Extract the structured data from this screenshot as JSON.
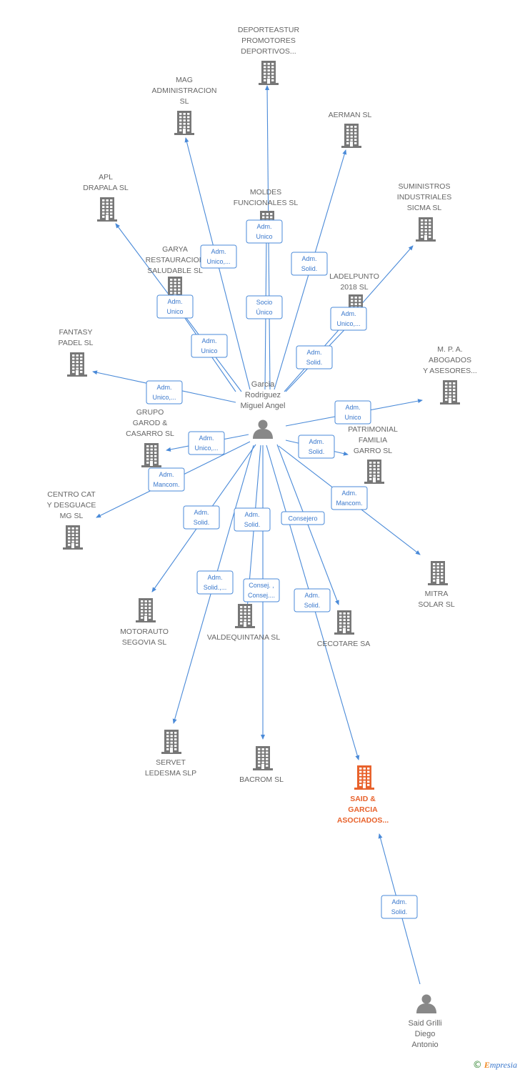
{
  "colors": {
    "company": "#777777",
    "main_company": "#e8622c",
    "edge": "#4a8ad8",
    "person": "#888888"
  },
  "hub": {
    "name": [
      "Garcia",
      "Rodriguez",
      "Miguel Angel"
    ]
  },
  "companies": [
    {
      "id": "deporteastur",
      "lines": [
        "DEPORTEASTUR",
        "PROMOTORES",
        "DEPORTIVOS..."
      ],
      "icon": "building-icon"
    },
    {
      "id": "mag",
      "lines": [
        "MAG",
        "ADMINISTRACION",
        "SL"
      ],
      "icon": "building-icon"
    },
    {
      "id": "aerman",
      "lines": [
        "AERMAN SL"
      ],
      "icon": "building-icon"
    },
    {
      "id": "apl",
      "lines": [
        "APL",
        "DRAPALA SL"
      ],
      "icon": "building-icon"
    },
    {
      "id": "moldes",
      "lines": [
        "MOLDES",
        "FUNCIONALES SL"
      ],
      "icon": "building-icon"
    },
    {
      "id": "suministros",
      "lines": [
        "SUMINISTROS",
        "INDUSTRIALES",
        "SICMA  SL"
      ],
      "icon": "building-icon"
    },
    {
      "id": "garya",
      "lines": [
        "GARYA",
        "RESTAURACION",
        "SALUDABLE SL"
      ],
      "icon": "building-icon"
    },
    {
      "id": "ladelpunto",
      "lines": [
        "LADELPUNTO",
        "2018  SL"
      ],
      "icon": "building-icon"
    },
    {
      "id": "fantasy",
      "lines": [
        "FANTASY",
        "PADEL SL"
      ],
      "icon": "building-icon"
    },
    {
      "id": "mpa",
      "lines": [
        "M.  P.  A.",
        "ABOGADOS",
        "Y ASESORES..."
      ],
      "icon": "building-icon"
    },
    {
      "id": "grupo",
      "lines": [
        "GRUPO",
        "GAROD &",
        "CASARRO  SL"
      ],
      "icon": "building-icon"
    },
    {
      "id": "patrimonial",
      "lines": [
        "PATRIMONIAL",
        "FAMILIA",
        "GARRO SL"
      ],
      "icon": "building-icon"
    },
    {
      "id": "centro",
      "lines": [
        "CENTRO CAT",
        "Y DESGUACE",
        "MG  SL"
      ],
      "icon": "building-icon"
    },
    {
      "id": "mitra",
      "lines": [
        "MITRA",
        "SOLAR  SL"
      ],
      "icon": "building-icon"
    },
    {
      "id": "motorauto",
      "lines": [
        "MOTORAUTO",
        "SEGOVIA SL"
      ],
      "icon": "building-icon"
    },
    {
      "id": "valdequintana",
      "lines": [
        "VALDEQUINTANA SL"
      ],
      "icon": "building-icon"
    },
    {
      "id": "cecotare",
      "lines": [
        "CECOTARE SA"
      ],
      "icon": "building-icon"
    },
    {
      "id": "servet",
      "lines": [
        "SERVET",
        "LEDESMA SLP"
      ],
      "icon": "building-icon"
    },
    {
      "id": "bacrom",
      "lines": [
        "BACROM  SL"
      ],
      "icon": "building-icon"
    },
    {
      "id": "said",
      "lines": [
        "SAID &",
        "GARCIA",
        "ASOCIADOS..."
      ],
      "icon": "building-icon",
      "main": true
    }
  ],
  "persons": [
    {
      "id": "said-grilli",
      "lines": [
        "Said Grilli",
        "Diego",
        "Antonio"
      ],
      "icon": "person-icon"
    }
  ],
  "edges": [
    {
      "to": "deporteastur",
      "label": [
        "Socio",
        "Único"
      ]
    },
    {
      "to": "mag",
      "label": [
        "Adm.",
        "Unico,..."
      ]
    },
    {
      "to": "aerman",
      "label": [
        "Adm.",
        "Solid."
      ]
    },
    {
      "to": "apl",
      "label": [
        "Adm.",
        "Unico"
      ]
    },
    {
      "to": "moldes",
      "label": [
        "Adm.",
        "Unico"
      ]
    },
    {
      "to": "suministros",
      "label": [
        "Adm.",
        "Unico,..."
      ]
    },
    {
      "to": "garya",
      "label": [
        "Adm.",
        "Unico"
      ]
    },
    {
      "to": "ladelpunto",
      "label": [
        "Adm.",
        "Solid."
      ]
    },
    {
      "to": "fantasy",
      "label": [
        "Adm.",
        "Unico,..."
      ]
    },
    {
      "to": "mpa",
      "label": [
        "Adm.",
        "Unico"
      ]
    },
    {
      "to": "grupo",
      "label": [
        "Adm.",
        "Unico,..."
      ]
    },
    {
      "to": "patrimonial",
      "label": [
        "Adm.",
        "Solid."
      ]
    },
    {
      "to": "centro",
      "label": [
        "Adm.",
        "Mancom."
      ]
    },
    {
      "to": "mitra",
      "label": [
        "Adm.",
        "Mancom."
      ]
    },
    {
      "to": "motorauto",
      "label": [
        "Adm.",
        "Solid."
      ]
    },
    {
      "to": "valdequintana",
      "label": [
        "Adm.",
        "Solid."
      ]
    },
    {
      "to": "cecotare",
      "label": [
        "Consejero"
      ]
    },
    {
      "to": "servet",
      "label": [
        "Adm.",
        "Solid.,..."
      ]
    },
    {
      "to": "bacrom",
      "label": [
        "Consej. ,",
        "Consej...."
      ]
    },
    {
      "to": "said",
      "label": [
        "Adm.",
        "Solid."
      ]
    },
    {
      "from": "said-grilli",
      "to": "said",
      "label": [
        "Adm.",
        "Solid."
      ]
    }
  ],
  "footer": {
    "copyright": "©",
    "brand_first": "E",
    "brand_rest": "mpresia"
  }
}
